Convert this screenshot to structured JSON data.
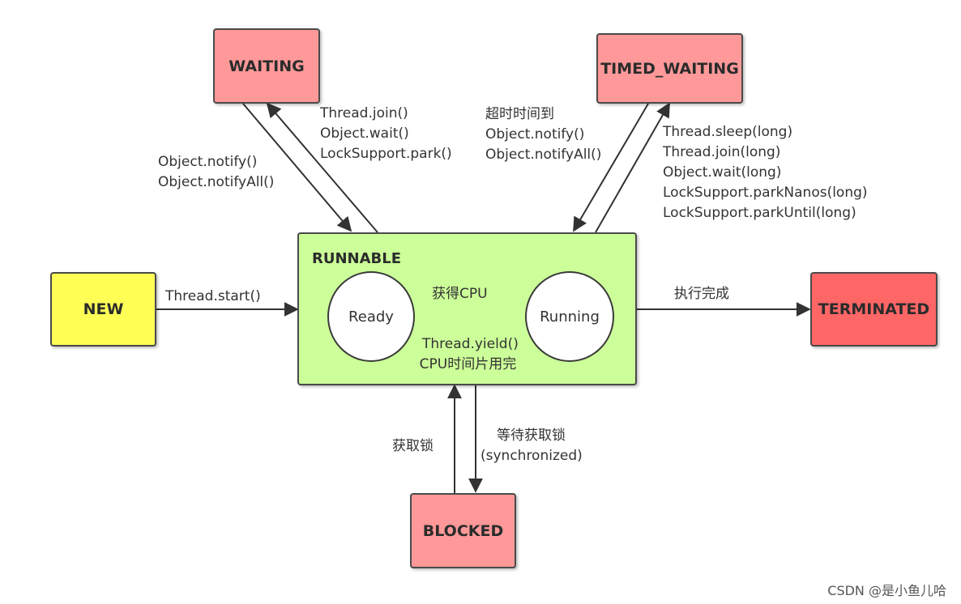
{
  "states": {
    "waiting": "WAITING",
    "timed_waiting": "TIMED_WAITING",
    "new": "NEW",
    "runnable": "RUNNABLE",
    "terminated": "TERMINATED",
    "blocked": "BLOCKED",
    "ready": "Ready",
    "running": "Running"
  },
  "transitions": {
    "to_waiting": [
      "Thread.join()",
      "Object.wait()",
      "LockSupport.park()"
    ],
    "from_waiting": [
      "Object.notify()",
      "Object.notifyAll()"
    ],
    "from_timed_waiting": [
      "超时时间到",
      "Object.notify()",
      "Object.notifyAll()"
    ],
    "to_timed_waiting": [
      "Thread.sleep(long)",
      "Thread.join(long)",
      "Object.wait(long)",
      "LockSupport.parkNanos(long)",
      "LockSupport.parkUntil(long)"
    ],
    "start": "Thread.start()",
    "ready_to_running": "获得CPU",
    "running_to_ready": [
      "Thread.yield()",
      "CPU时间片用完"
    ],
    "to_terminated": "执行完成",
    "blocked_to_runnable": "获取锁",
    "runnable_to_blocked": [
      "等待获取锁",
      "(synchronized)"
    ]
  },
  "colors": {
    "pink": "#ff9999",
    "yellow": "#ffff55",
    "green": "#ccff99",
    "red": "#ff6666"
  },
  "watermark": "CSDN @是小鱼儿哈"
}
